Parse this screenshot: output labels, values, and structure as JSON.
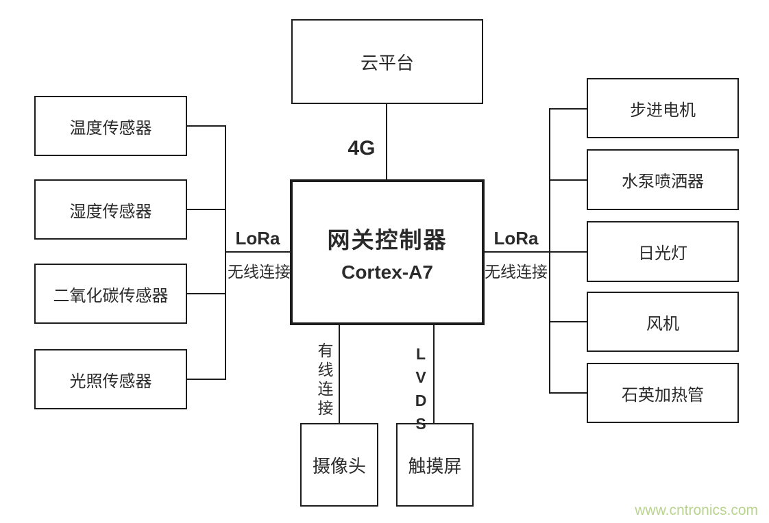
{
  "diagram": {
    "colors": {
      "bg": "#ffffff",
      "line": "#1c1c1c",
      "text": "#2a2a2a",
      "watermark": "#b9d48f"
    },
    "nodes": {
      "cloud": {
        "label": "云平台"
      },
      "gateway": {
        "title": "网关控制器",
        "subtitle": "Cortex-A7"
      },
      "sensors": [
        {
          "label": "温度传感器"
        },
        {
          "label": "湿度传感器"
        },
        {
          "label": "二氧化碳传感器"
        },
        {
          "label": "光照传感器"
        }
      ],
      "actuators": [
        {
          "label": "步进电机"
        },
        {
          "label": "水泵喷洒器"
        },
        {
          "label": "日光灯"
        },
        {
          "label": "风机"
        },
        {
          "label": "石英加热管"
        }
      ],
      "peripherals": [
        {
          "label": "摄像头"
        },
        {
          "label": "触摸屏"
        }
      ]
    },
    "links": {
      "cloud": {
        "label": "4G"
      },
      "left": {
        "protocol": "LoRa",
        "type": "无线连接"
      },
      "right": {
        "protocol": "LoRa",
        "type": "无线连接"
      },
      "camera": {
        "label": "有线连接"
      },
      "screen": {
        "label": "LVDS"
      }
    },
    "watermark": {
      "text": "www.cntronics.com"
    }
  }
}
